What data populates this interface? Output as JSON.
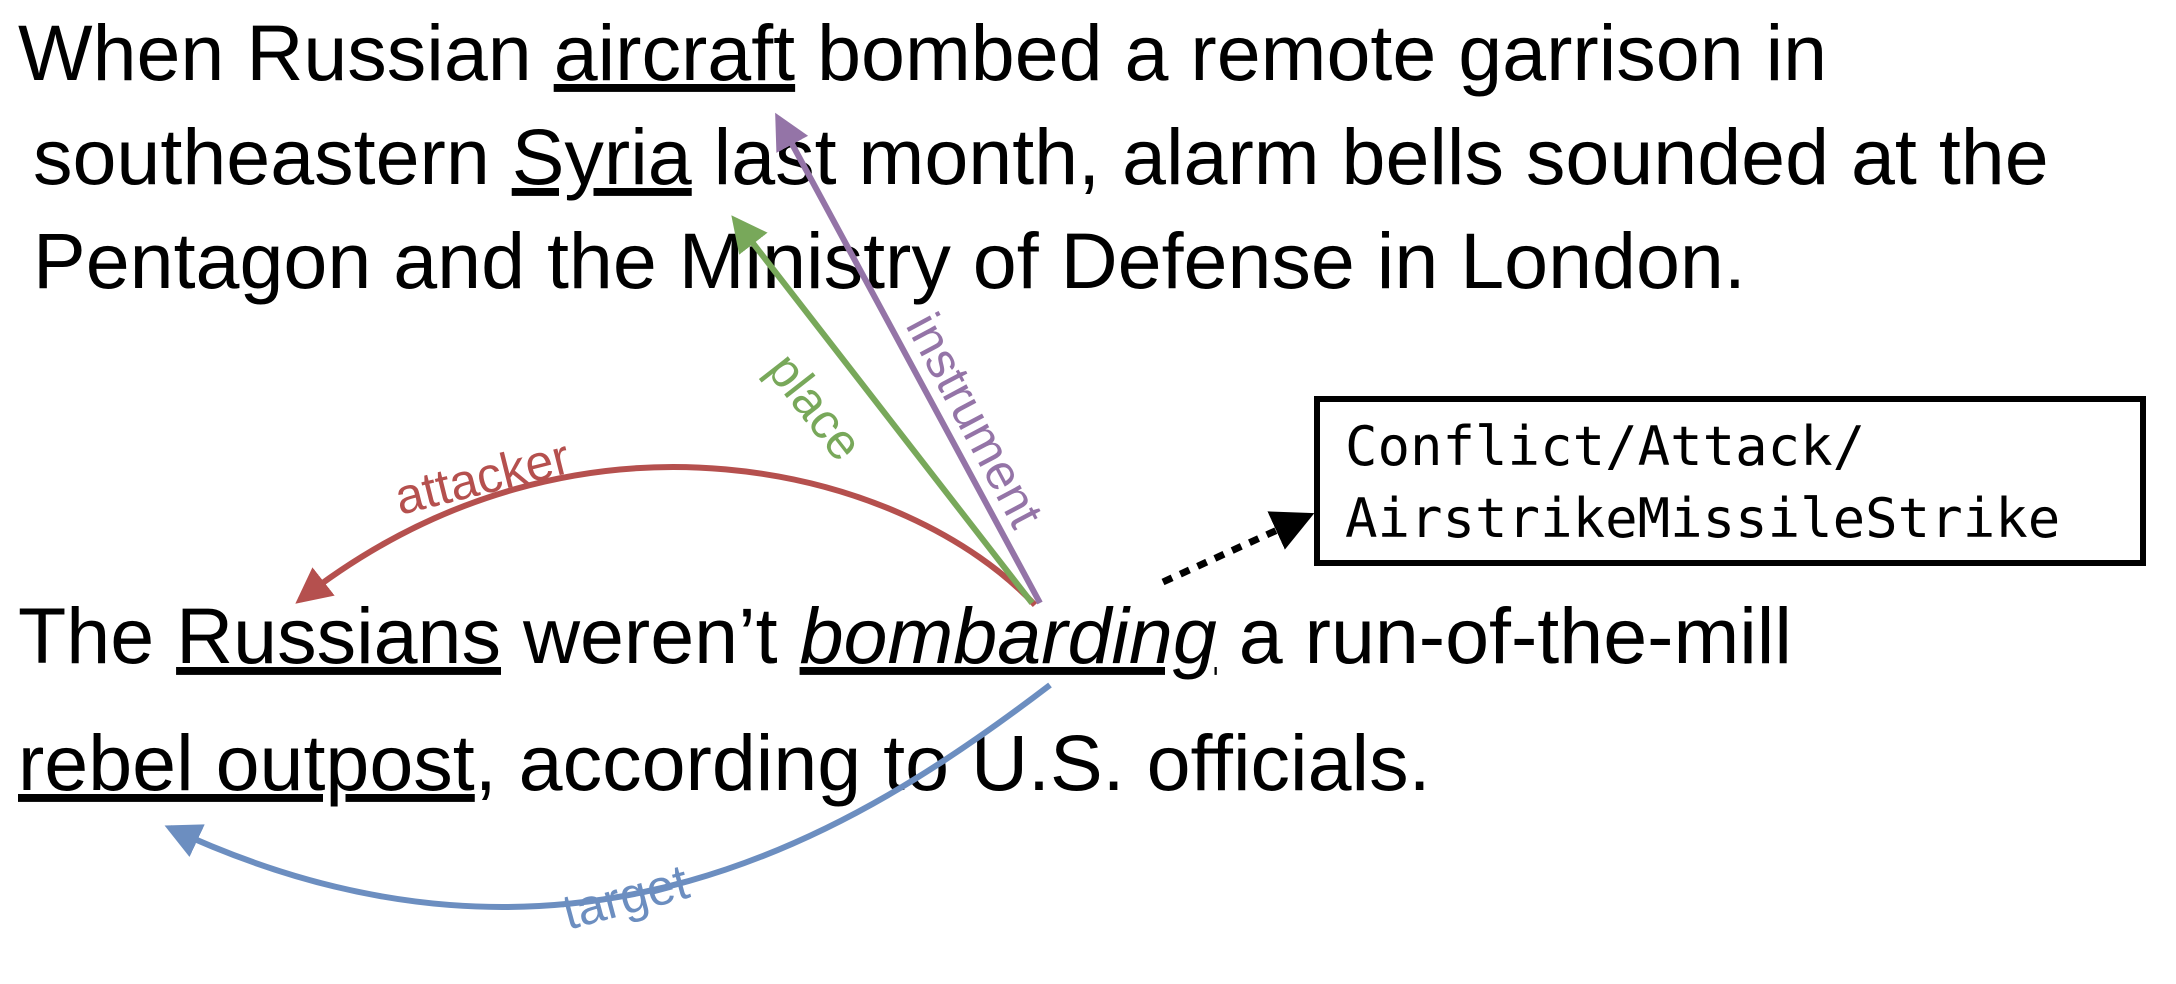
{
  "sentence1": {
    "line1": {
      "pre": "When Russian ",
      "arg": "aircraft",
      "post": " bombed a remote garrison in"
    },
    "line2": {
      "pre": "southeastern ",
      "arg": "Syria",
      "post": " last month, alarm bells sounded at the"
    },
    "line3": {
      "text": "Pentagon and the Ministry of Defense in London."
    }
  },
  "sentence2": {
    "line1": {
      "pre": "The ",
      "arg": "Russians",
      "mid": " weren’t ",
      "trigger": "bombarding",
      "post": " a run-of-the-mill"
    },
    "line2": {
      "arg": "rebel outpost",
      "post": ", according to U.S. officials."
    }
  },
  "event_type": {
    "line1": "Conflict/Attack/",
    "line2": "AirstrikeMissileStrike"
  },
  "roles": {
    "attacker": {
      "label": "attacker",
      "color": "#b5504e"
    },
    "place": {
      "label": "place",
      "color": "#78a85a"
    },
    "instrument": {
      "label": "instrument",
      "color": "#9474a7"
    },
    "target": {
      "label": "target",
      "color": "#6c8ec0"
    }
  }
}
